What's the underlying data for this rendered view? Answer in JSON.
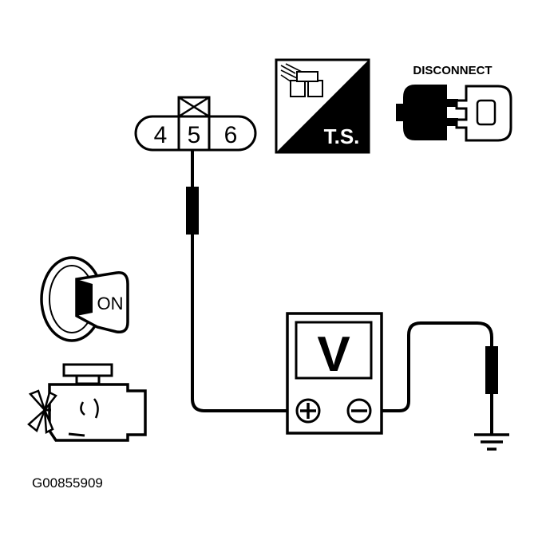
{
  "connector": {
    "pins": [
      "4",
      "5",
      "6"
    ]
  },
  "icons": {
    "ts_label": "T.S.",
    "disconnect_label": "DISCONNECT",
    "ignition_label": "ON"
  },
  "meter": {
    "label": "V",
    "positive_symbol": "+",
    "negative_symbol": "−"
  },
  "figure_code": "G00855909"
}
